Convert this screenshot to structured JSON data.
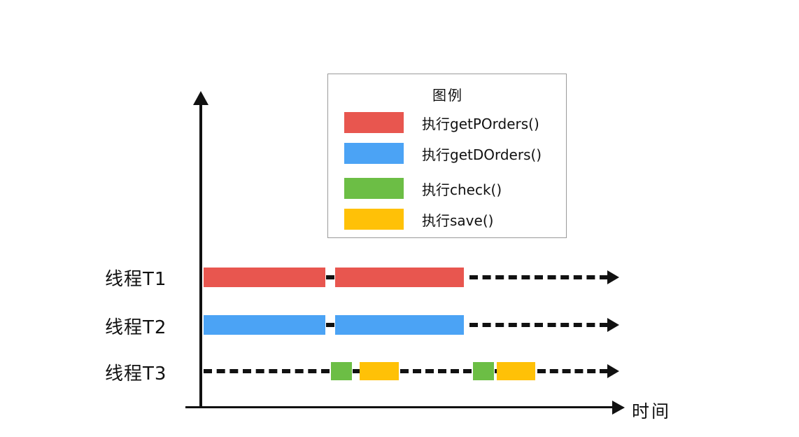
{
  "diagram": {
    "title_visible": false,
    "axis": {
      "x_label": "时间",
      "y_label": ""
    },
    "legend": {
      "title": "图例",
      "items": [
        {
          "label": "执行getPOrders()",
          "color": "#E8564F"
        },
        {
          "label": "执行getDOrders()",
          "color": "#4BA3F5"
        },
        {
          "label": "执行check()",
          "color": "#6CBE45"
        },
        {
          "label": "执行save()",
          "color": "#FFC107"
        }
      ]
    },
    "threads": [
      {
        "name": "线程T1",
        "color": "#E8564F"
      },
      {
        "name": "线程T2",
        "color": "#4BA3F5"
      },
      {
        "name": "线程T3",
        "color": "#6CBE45"
      }
    ]
  },
  "chart_data": {
    "type": "bar",
    "title": "",
    "xlabel": "时间",
    "ylabel": "",
    "grid": false,
    "legend_position": "top-center",
    "categories": [
      "线程T1",
      "线程T2",
      "线程T3"
    ],
    "series": [
      {
        "name": "执行getPOrders()",
        "color": "#E8564F",
        "thread": "线程T1",
        "segments": [
          {
            "start": 291,
            "end": 465
          },
          {
            "start": 479,
            "end": 663
          }
        ]
      },
      {
        "name": "执行getDOrders()",
        "color": "#4BA3F5",
        "thread": "线程T2",
        "segments": [
          {
            "start": 291,
            "end": 465
          },
          {
            "start": 479,
            "end": 663
          }
        ]
      },
      {
        "name": "执行check()",
        "color": "#6CBE45",
        "thread": "线程T3",
        "segments": [
          {
            "start": 473,
            "end": 503
          },
          {
            "start": 676,
            "end": 706
          }
        ]
      },
      {
        "name": "执行save()",
        "color": "#FFC107",
        "thread": "线程T3",
        "segments": [
          {
            "start": 514,
            "end": 570
          },
          {
            "start": 710,
            "end": 765
          }
        ]
      }
    ],
    "idle_style": "dashed-line",
    "axis_end": 885
  }
}
